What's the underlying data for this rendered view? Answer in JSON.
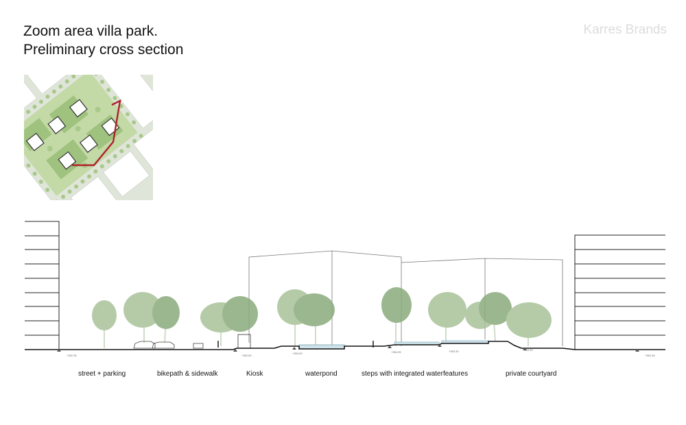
{
  "header": {
    "title_line1": "Zoom area villa park.",
    "title_line2": "Preliminary cross section",
    "brand": "Karres Brands"
  },
  "colors": {
    "tree_light": "#a9c29a",
    "tree_dark": "#8aab7c",
    "water": "#cfe3ea",
    "section_line": "#111111",
    "map_green": "#b9d39a",
    "map_path": "#b0202a"
  },
  "section_labels": [
    "street + parking",
    "bikepath & sidewalk",
    "Kiosk",
    "waterpond",
    "steps with integrated waterfeatures",
    "private courtyard"
  ],
  "level_markers": [
    "+352.35",
    "+352.60",
    "+353.90",
    "+354.05",
    "+353.30",
    "+353.30",
    "+352.45"
  ]
}
